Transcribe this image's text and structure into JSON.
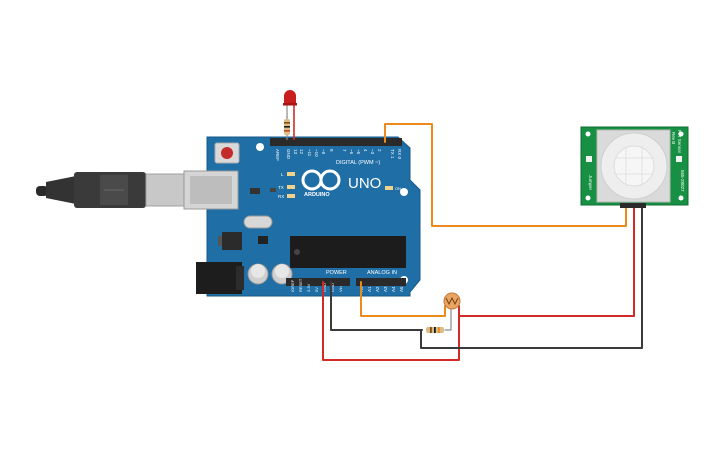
{
  "board": {
    "brand_wordmark": "UNO",
    "brand_name": "ARDUINO",
    "digital_header": "DIGITAL (PWM ~)",
    "analog_header": "ANALOG IN",
    "power_header": "POWER",
    "on_label": "ON",
    "top_pins": [
      "AREF",
      "GND",
      "13",
      "12",
      "~11",
      "~10",
      "~9",
      "8",
      "7",
      "~6",
      "~5",
      "4",
      "~3",
      "2",
      "TX 1",
      "RX 0"
    ],
    "power_pins": [
      "IOREF",
      "RESET",
      "3.3V",
      "5V",
      "GND",
      "GND",
      "Vin"
    ],
    "analog_pins": [
      "A0",
      "A1",
      "A2",
      "A3",
      "A4",
      "A5"
    ],
    "led_labels": [
      "L",
      "TX",
      "RX"
    ]
  },
  "pir_sensor": {
    "model_left": "PIR Sensor",
    "revision": "Rev B",
    "part_number": "555-28027",
    "jumper": "Jumper"
  },
  "colors": {
    "board": "#1f6ea6",
    "pir_board": "#179044",
    "wire_orange": "#ec8b1c",
    "wire_red": "#d42a27",
    "wire_black": "#3a3a3a",
    "led_red": "#c81e1e"
  }
}
